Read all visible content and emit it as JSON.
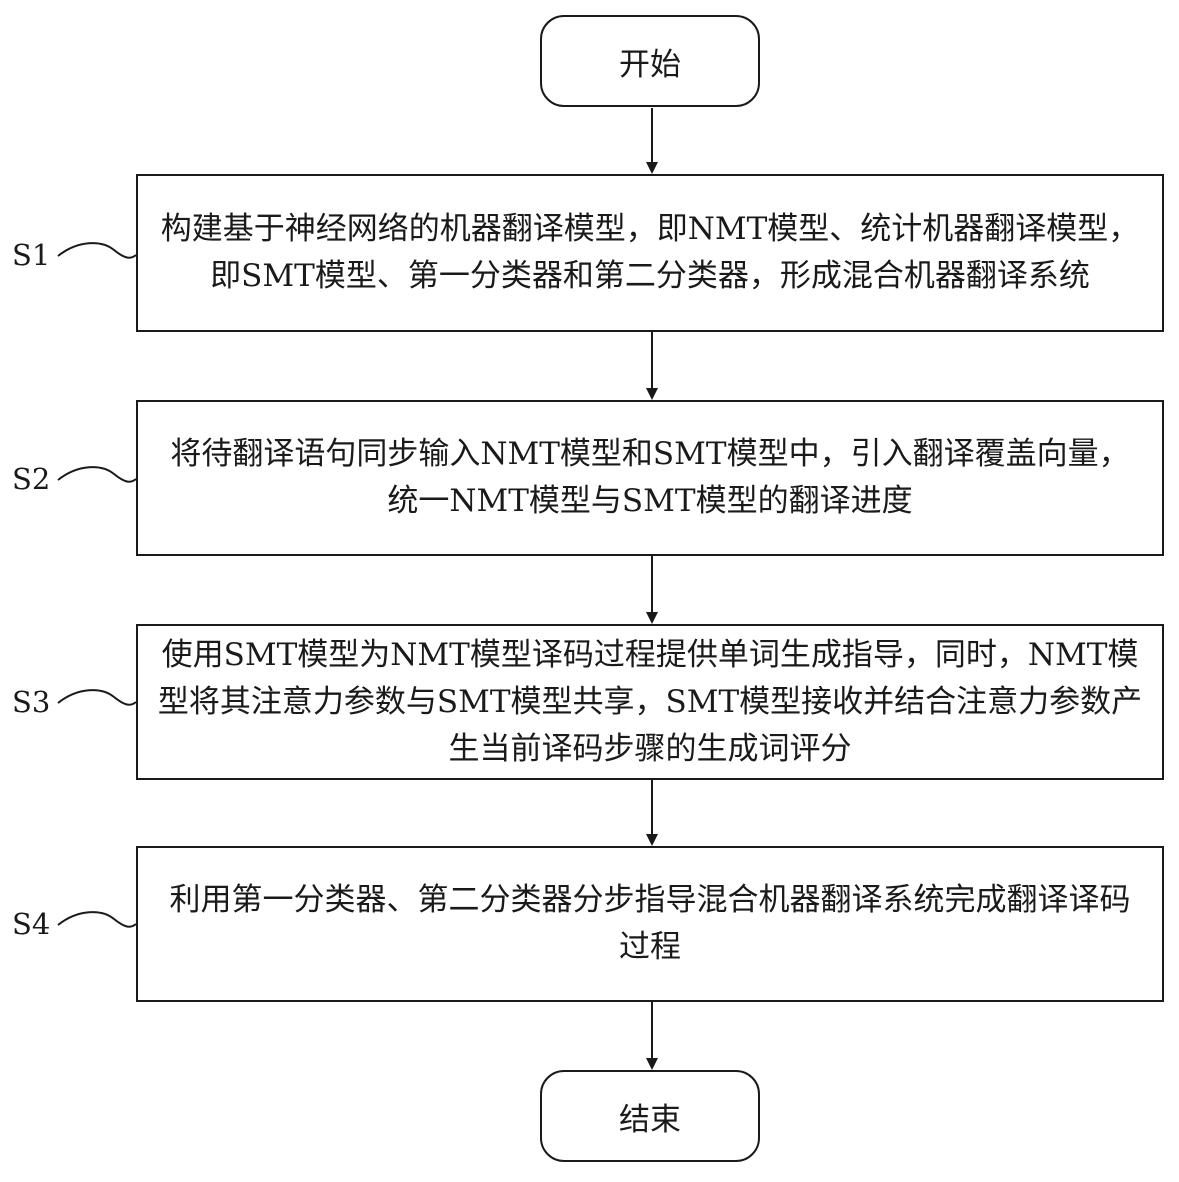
{
  "start": {
    "label": "开始"
  },
  "end": {
    "label": "结束"
  },
  "steps": [
    {
      "id": "S1",
      "text": "构建基于神经网络的机器翻译模型，即NMT模型、统计机器翻译模型，即SMT模型、第一分类器和第二分类器，形成混合机器翻译系统"
    },
    {
      "id": "S2",
      "text": "将待翻译语句同步输入NMT模型和SMT模型中，引入翻译覆盖向量，统一NMT模型与SMT模型的翻译进度"
    },
    {
      "id": "S3",
      "text": "使用SMT模型为NMT模型译码过程提供单词生成指导，同时，NMT模型将其注意力参数与SMT模型共享，SMT模型接收并结合注意力参数产生当前译码步骤的生成词评分"
    },
    {
      "id": "S4",
      "text": "利用第一分类器、第二分类器分步指导混合机器翻译系统完成翻译译码过程"
    }
  ]
}
